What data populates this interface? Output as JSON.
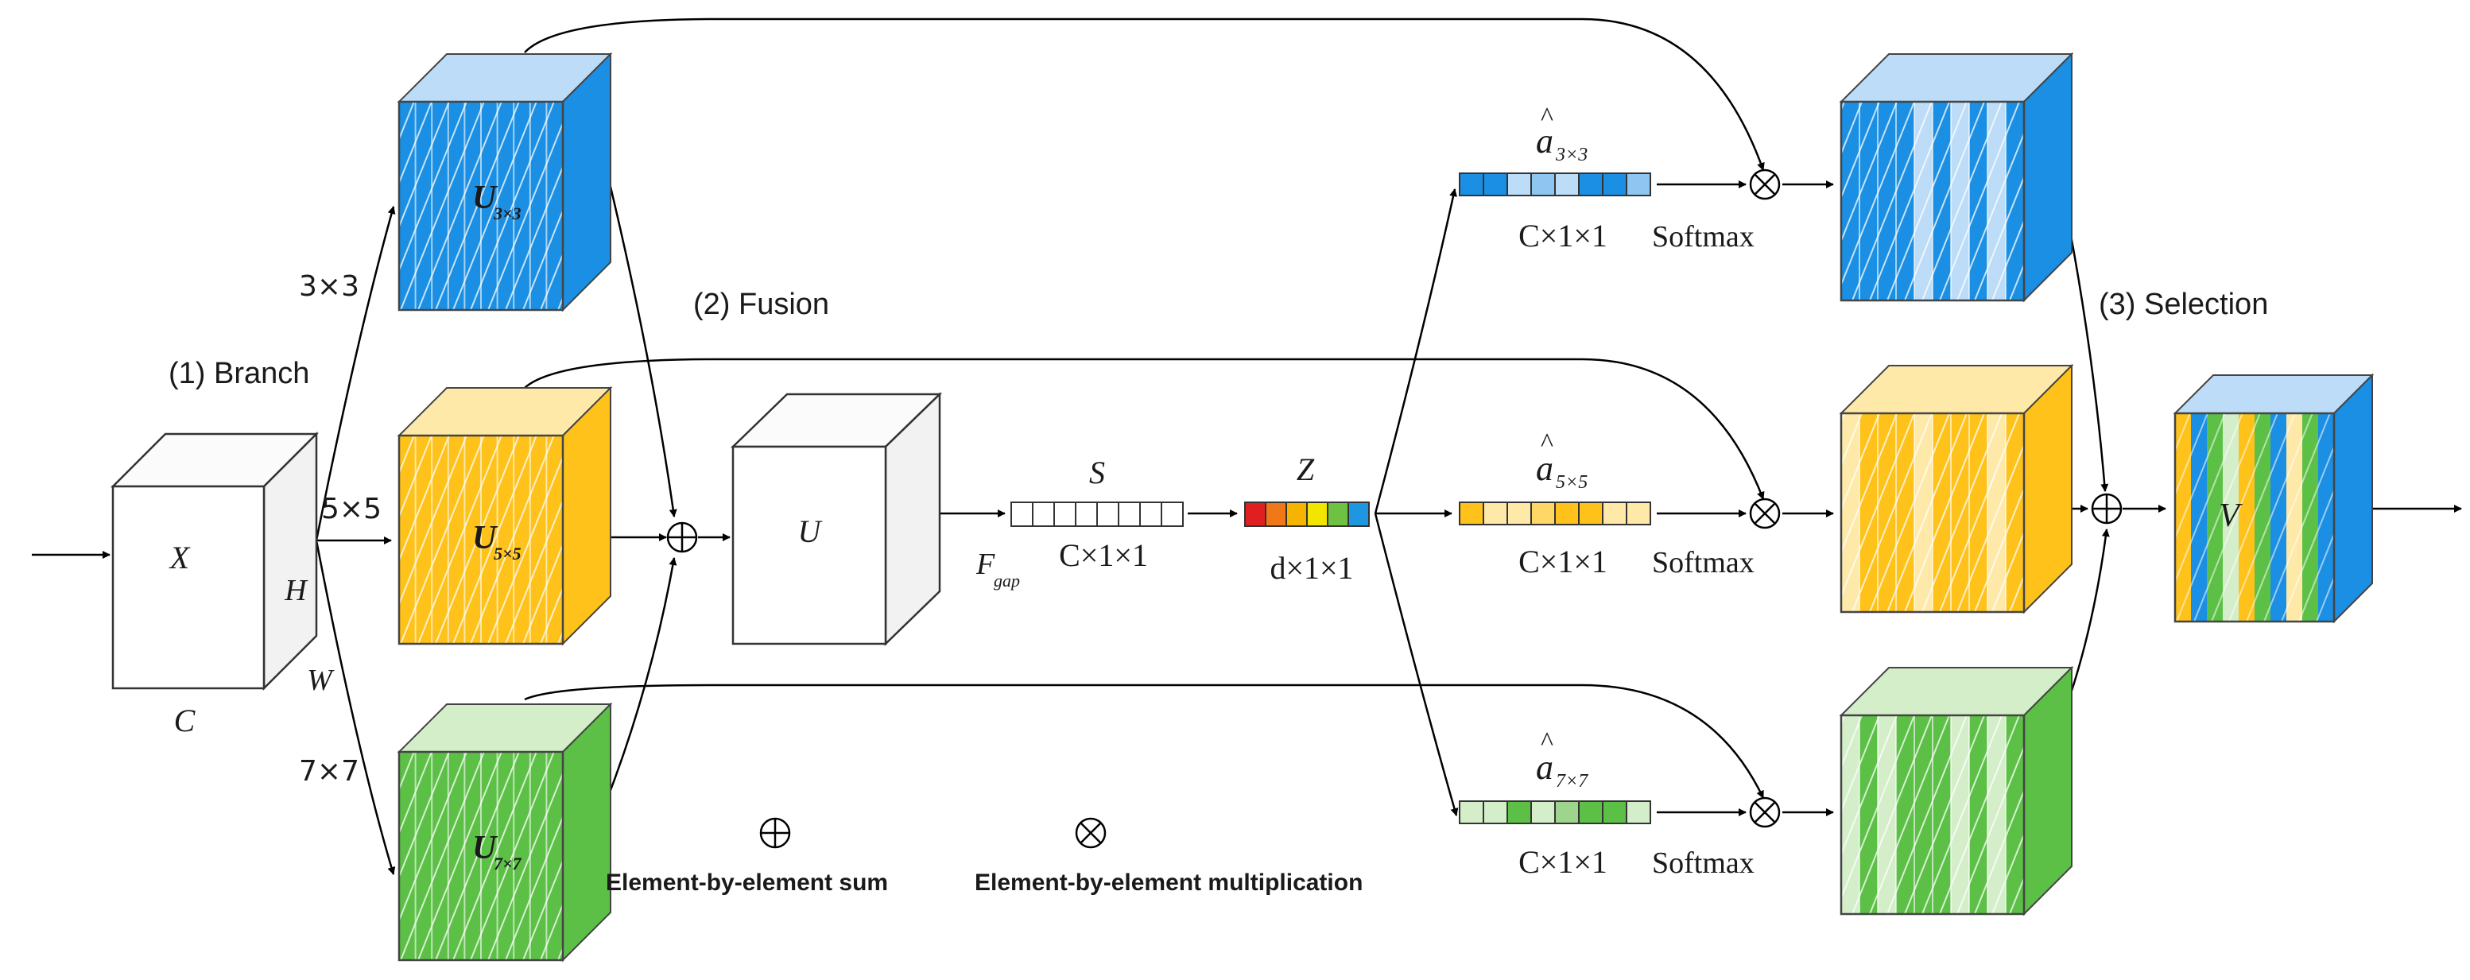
{
  "input": {
    "cube_label": "X",
    "height_label": "H",
    "width_label": "W",
    "channel_label": "C"
  },
  "stages": {
    "branch": "(1) Branch",
    "fusion": "(2) Fusion",
    "selection": "(3) Selection"
  },
  "kernels": {
    "k3": "3×3",
    "k5": "5×5",
    "k7": "7×7"
  },
  "branches": [
    {
      "main": "U",
      "sub": "3×3"
    },
    {
      "main": "U",
      "sub": "5×5"
    },
    {
      "main": "U",
      "sub": "7×7"
    }
  ],
  "fused": {
    "label": "U"
  },
  "squeeze": {
    "name": "S",
    "shape": "C×1×1",
    "op_main": "F",
    "op_sub": "gap"
  },
  "excite": {
    "name": "Z",
    "shape": "d×1×1"
  },
  "attention": [
    {
      "hat": "^",
      "main": "a",
      "sub": "3×3",
      "shape": "C×1×1",
      "fn": "Softmax"
    },
    {
      "hat": "^",
      "main": "a",
      "sub": "5×5",
      "shape": "C×1×1",
      "fn": "Softmax"
    },
    {
      "hat": "^",
      "main": "a",
      "sub": "7×7",
      "shape": "C×1×1",
      "fn": "Softmax"
    }
  ],
  "output": {
    "label": "V"
  },
  "legend": {
    "sum_symbol": "⊕",
    "sum_text": "Element-by-element sum",
    "mult_symbol": "⊗",
    "mult_text": "Element-by-element multiplication"
  },
  "colors": {
    "blue": "#1a8fe3",
    "blue_light": "#bcdcf7",
    "yellow": "#ffc21a",
    "yellow_light": "#ffe9a8",
    "green": "#5cc046",
    "green_light": "#d4eec9",
    "z_vector": [
      "#e02020",
      "#f07818",
      "#f4b400",
      "#f2e600",
      "#6fc241",
      "#1e96e0"
    ]
  }
}
